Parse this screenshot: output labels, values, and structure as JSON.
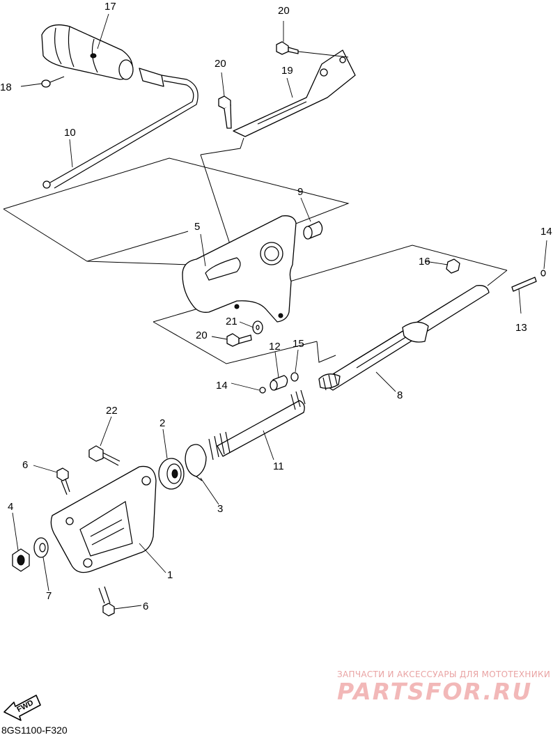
{
  "diagram_code": "8GS1100-F320",
  "direction_label": "FWD",
  "watermark": {
    "subtitle": "ЗАПЧАСТИ И АКСЕССУАРЫ ДЛЯ МОТОТЕХНИКИ",
    "brand": "PARTSFOR.RU"
  },
  "callouts": {
    "p1": "1",
    "p2": "2",
    "p3": "3",
    "p4": "4",
    "p5": "5",
    "p6a": "6",
    "p6b": "6",
    "p7": "7",
    "p8": "8",
    "p9": "9",
    "p10": "10",
    "p11": "11",
    "p12": "12",
    "p13": "13",
    "p14a": "14",
    "p14b": "14",
    "p15": "15",
    "p16": "16",
    "p17": "17",
    "p18": "18",
    "p19": "19",
    "p20a": "20",
    "p20b": "20",
    "p20c": "20",
    "p21": "21",
    "p22": "22"
  }
}
